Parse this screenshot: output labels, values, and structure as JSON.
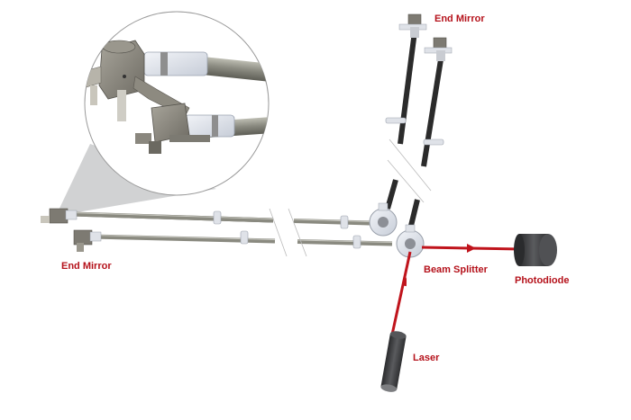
{
  "diagram": {
    "type": "Michelson interferometer",
    "colors": {
      "beam": "#c0141c",
      "label": "#b5121b",
      "steel_rod": "#8a8a80",
      "dark_rod": "#2b2b2b",
      "callout_fill": "#c9cacb",
      "detector": "#3a3b3d"
    },
    "labels": {
      "end_mirror_top": "End Mirror",
      "end_mirror_left": "End Mirror",
      "beam_splitter": "Beam Splitter",
      "photodiode": "Photodiode",
      "laser": "Laser"
    },
    "components": [
      {
        "id": "laser",
        "icon": "laser-cylinder"
      },
      {
        "id": "beam-splitter",
        "icon": "beam-splitter-cube"
      },
      {
        "id": "end-mirror-top",
        "icon": "mirror-mount"
      },
      {
        "id": "end-mirror-left",
        "icon": "mirror-mount"
      },
      {
        "id": "photodiode",
        "icon": "detector-cylinder"
      },
      {
        "id": "detail-callout",
        "icon": "magnified-mirror-mount"
      }
    ]
  }
}
